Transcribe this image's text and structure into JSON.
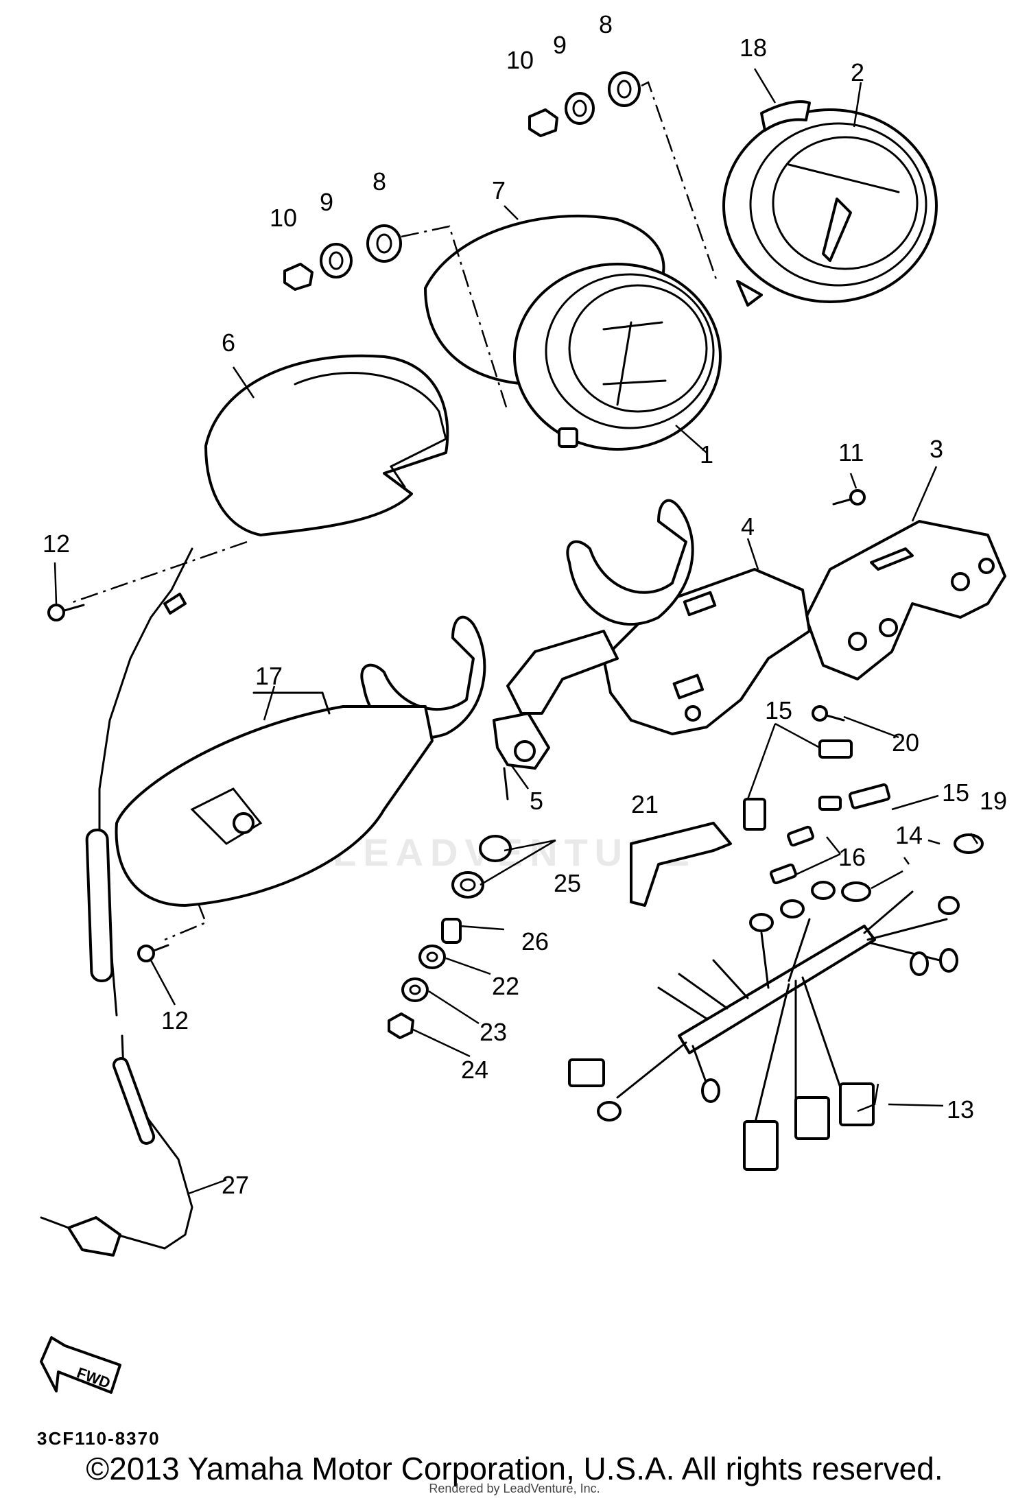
{
  "watermark": "LEADVENTURE",
  "diagram_code": "3CF110-8370",
  "copyright": "©2013 Yamaha Motor Corporation, U.S.A. All rights reserved.",
  "render_credit": "Rendered by LeadVenture, Inc.",
  "fwd_label": "FWD",
  "callouts": {
    "c1": "1",
    "c2": "2",
    "c3": "3",
    "c4": "4",
    "c5": "5",
    "c6": "6",
    "c7": "7",
    "c8a": "8",
    "c8b": "8",
    "c9a": "9",
    "c9b": "9",
    "c10a": "10",
    "c10b": "10",
    "c11": "11",
    "c12a": "12",
    "c12b": "12",
    "c13": "13",
    "c14": "14",
    "c15a": "15",
    "c15b": "15",
    "c16": "16",
    "c17": "17",
    "c18": "18",
    "c19": "19",
    "c20": "20",
    "c21": "21",
    "c22": "22",
    "c23": "23",
    "c24": "24",
    "c25": "25",
    "c26": "26",
    "c27": "27"
  }
}
